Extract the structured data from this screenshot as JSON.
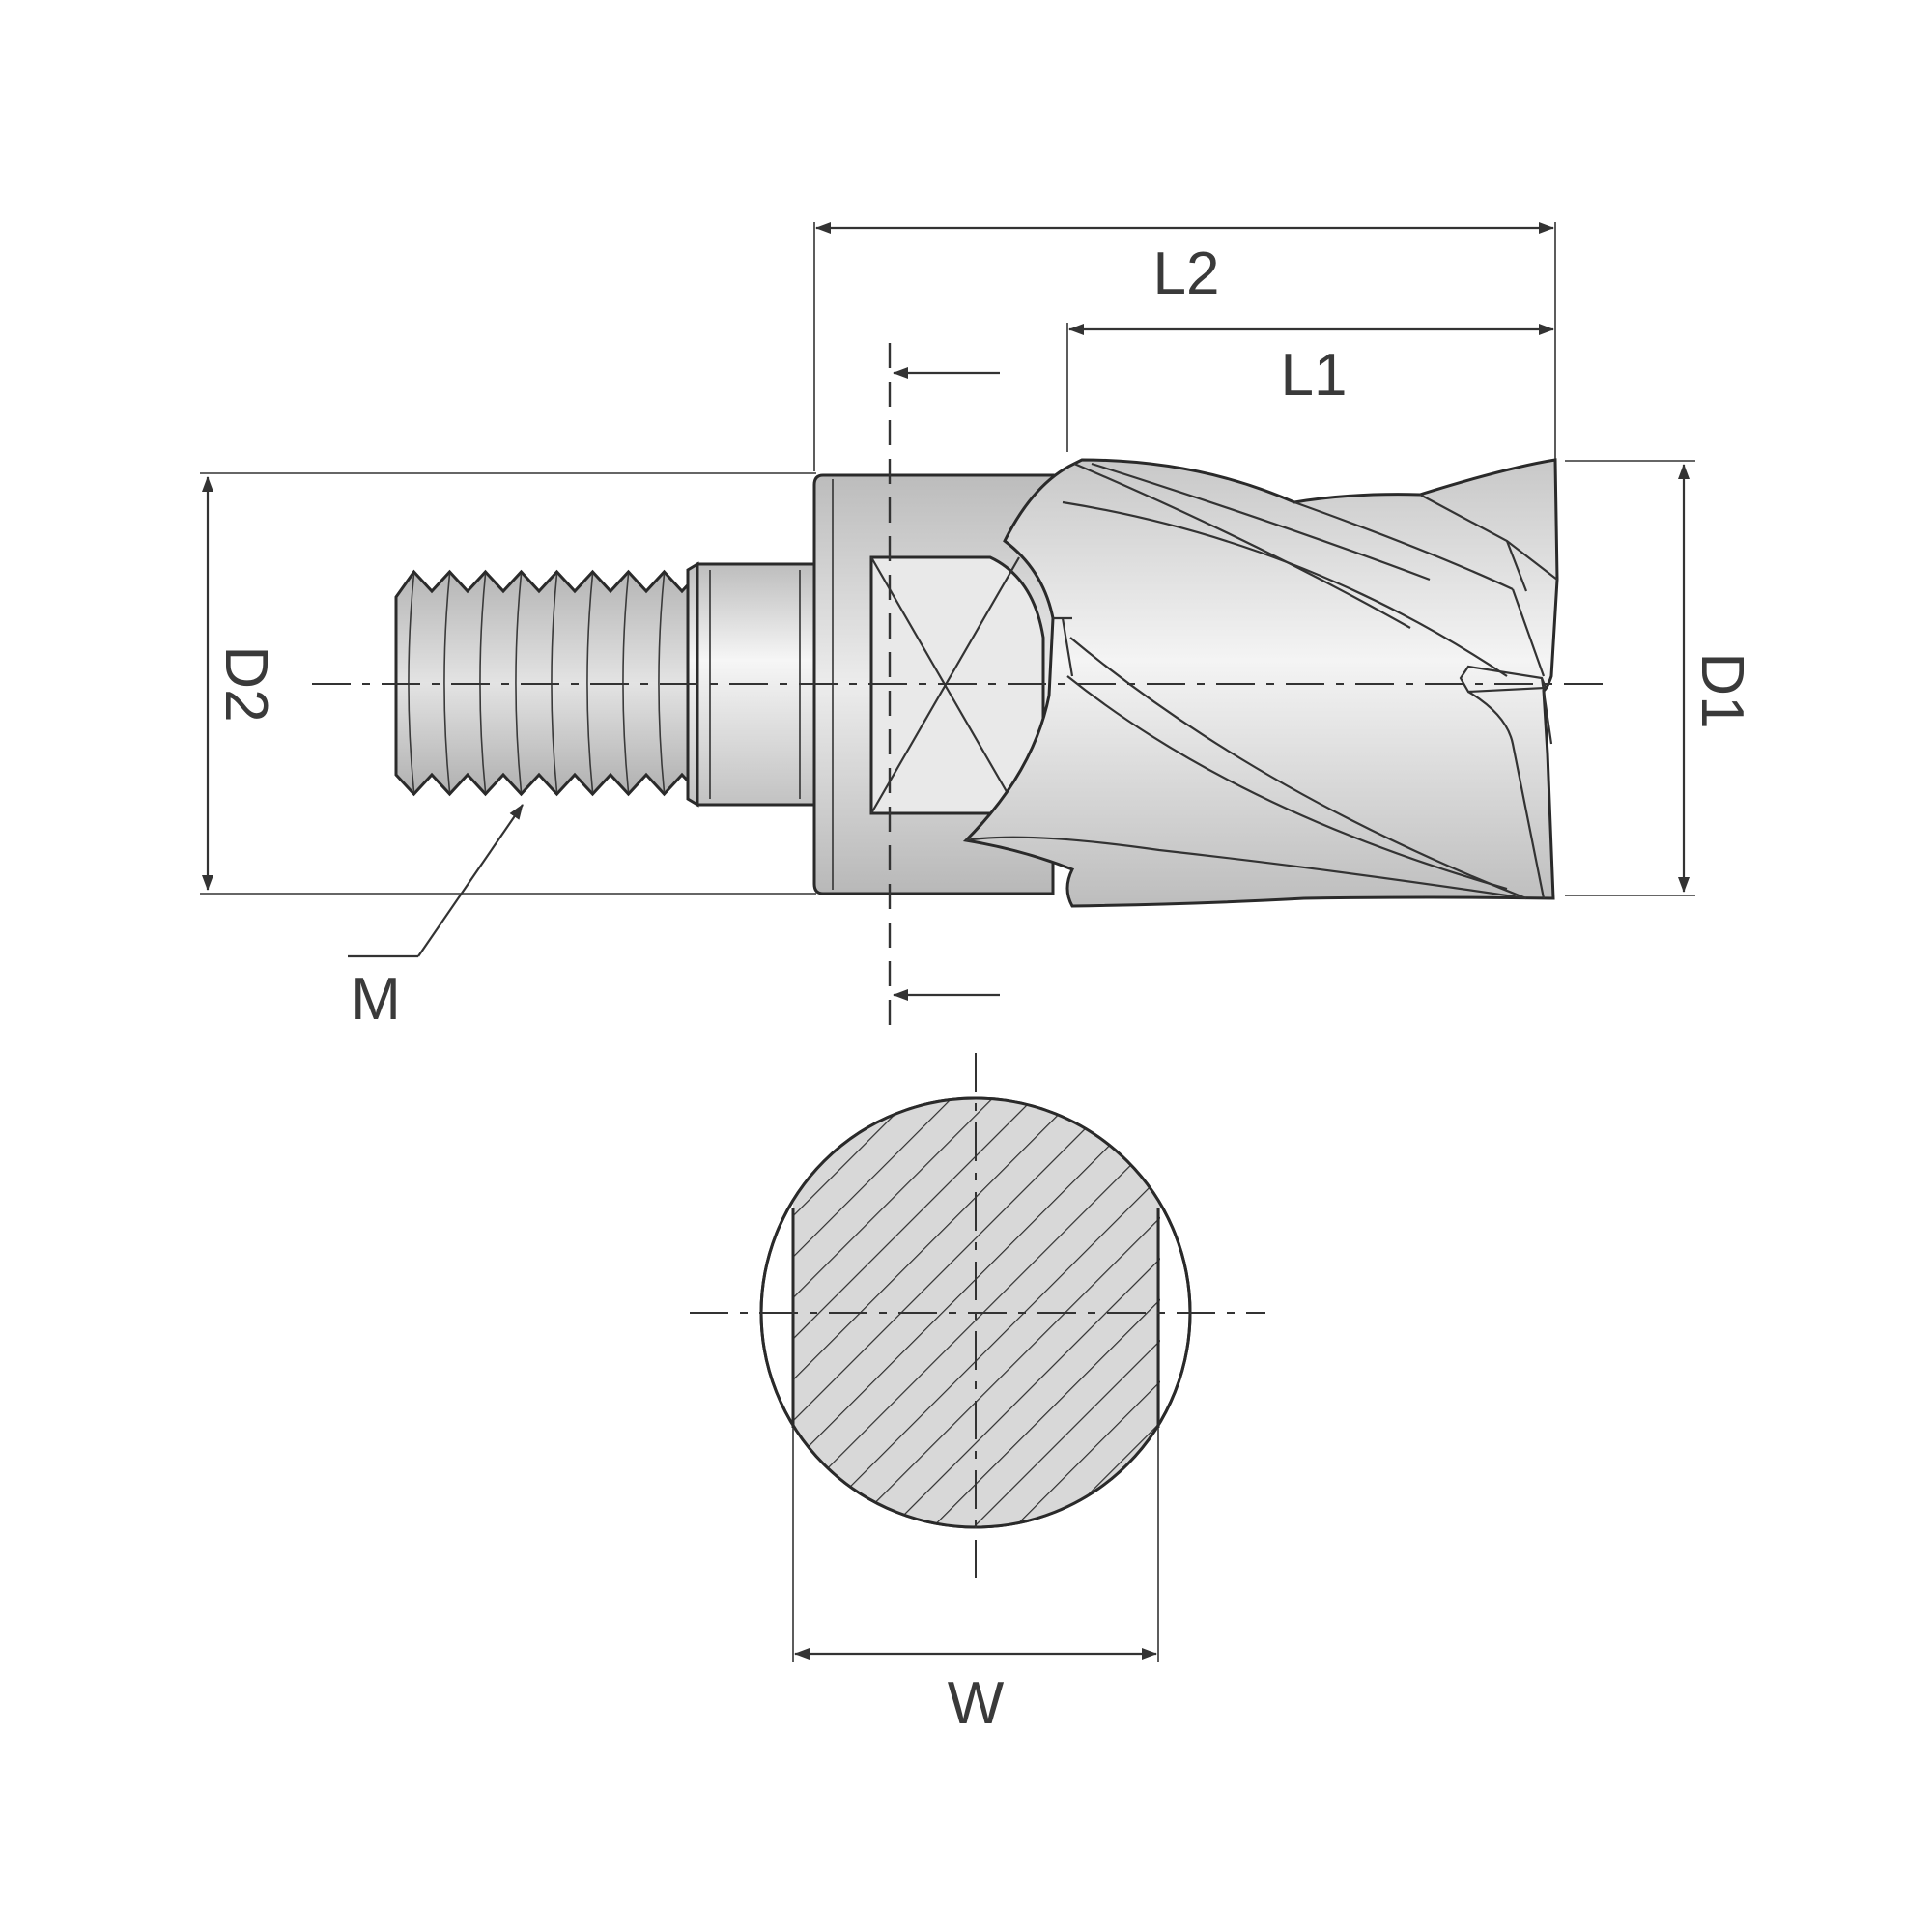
{
  "labels": {
    "L2": "L2",
    "L1": "L1",
    "D1": "D1",
    "D2": "D2",
    "M": "M",
    "W": "W"
  },
  "colors": {
    "line": "#333333",
    "body_fill": "#d9d9d9",
    "body_light": "#f2f2f2",
    "hatch_fill": "#dedede"
  }
}
